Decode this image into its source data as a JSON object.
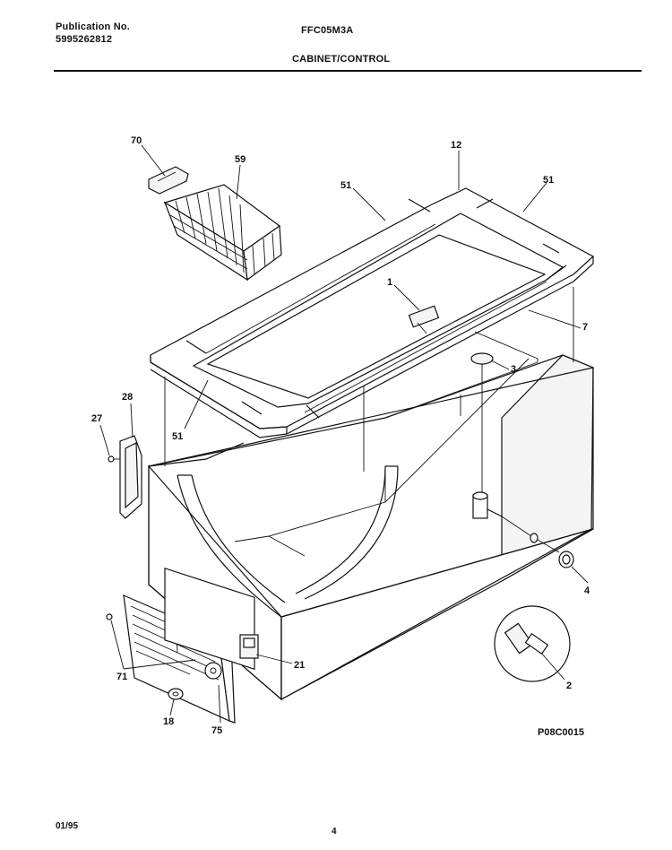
{
  "header": {
    "publication_label": "Publication No.",
    "publication_number": "5995262812",
    "model": "FFC05M3A",
    "section_title": "CABINET/CONTROL"
  },
  "parts": [
    {
      "ref": "70"
    },
    {
      "ref": "59"
    },
    {
      "ref": "12"
    },
    {
      "ref": "51"
    },
    {
      "ref": "51"
    },
    {
      "ref": "1"
    },
    {
      "ref": "7"
    },
    {
      "ref": "3"
    },
    {
      "ref": "28"
    },
    {
      "ref": "27"
    },
    {
      "ref": "51"
    },
    {
      "ref": "4"
    },
    {
      "ref": "21"
    },
    {
      "ref": "2"
    },
    {
      "ref": "71"
    },
    {
      "ref": "18"
    },
    {
      "ref": "75"
    }
  ],
  "drawing_id": "P08C0015",
  "footer": {
    "date": "01/95",
    "page": "4"
  }
}
